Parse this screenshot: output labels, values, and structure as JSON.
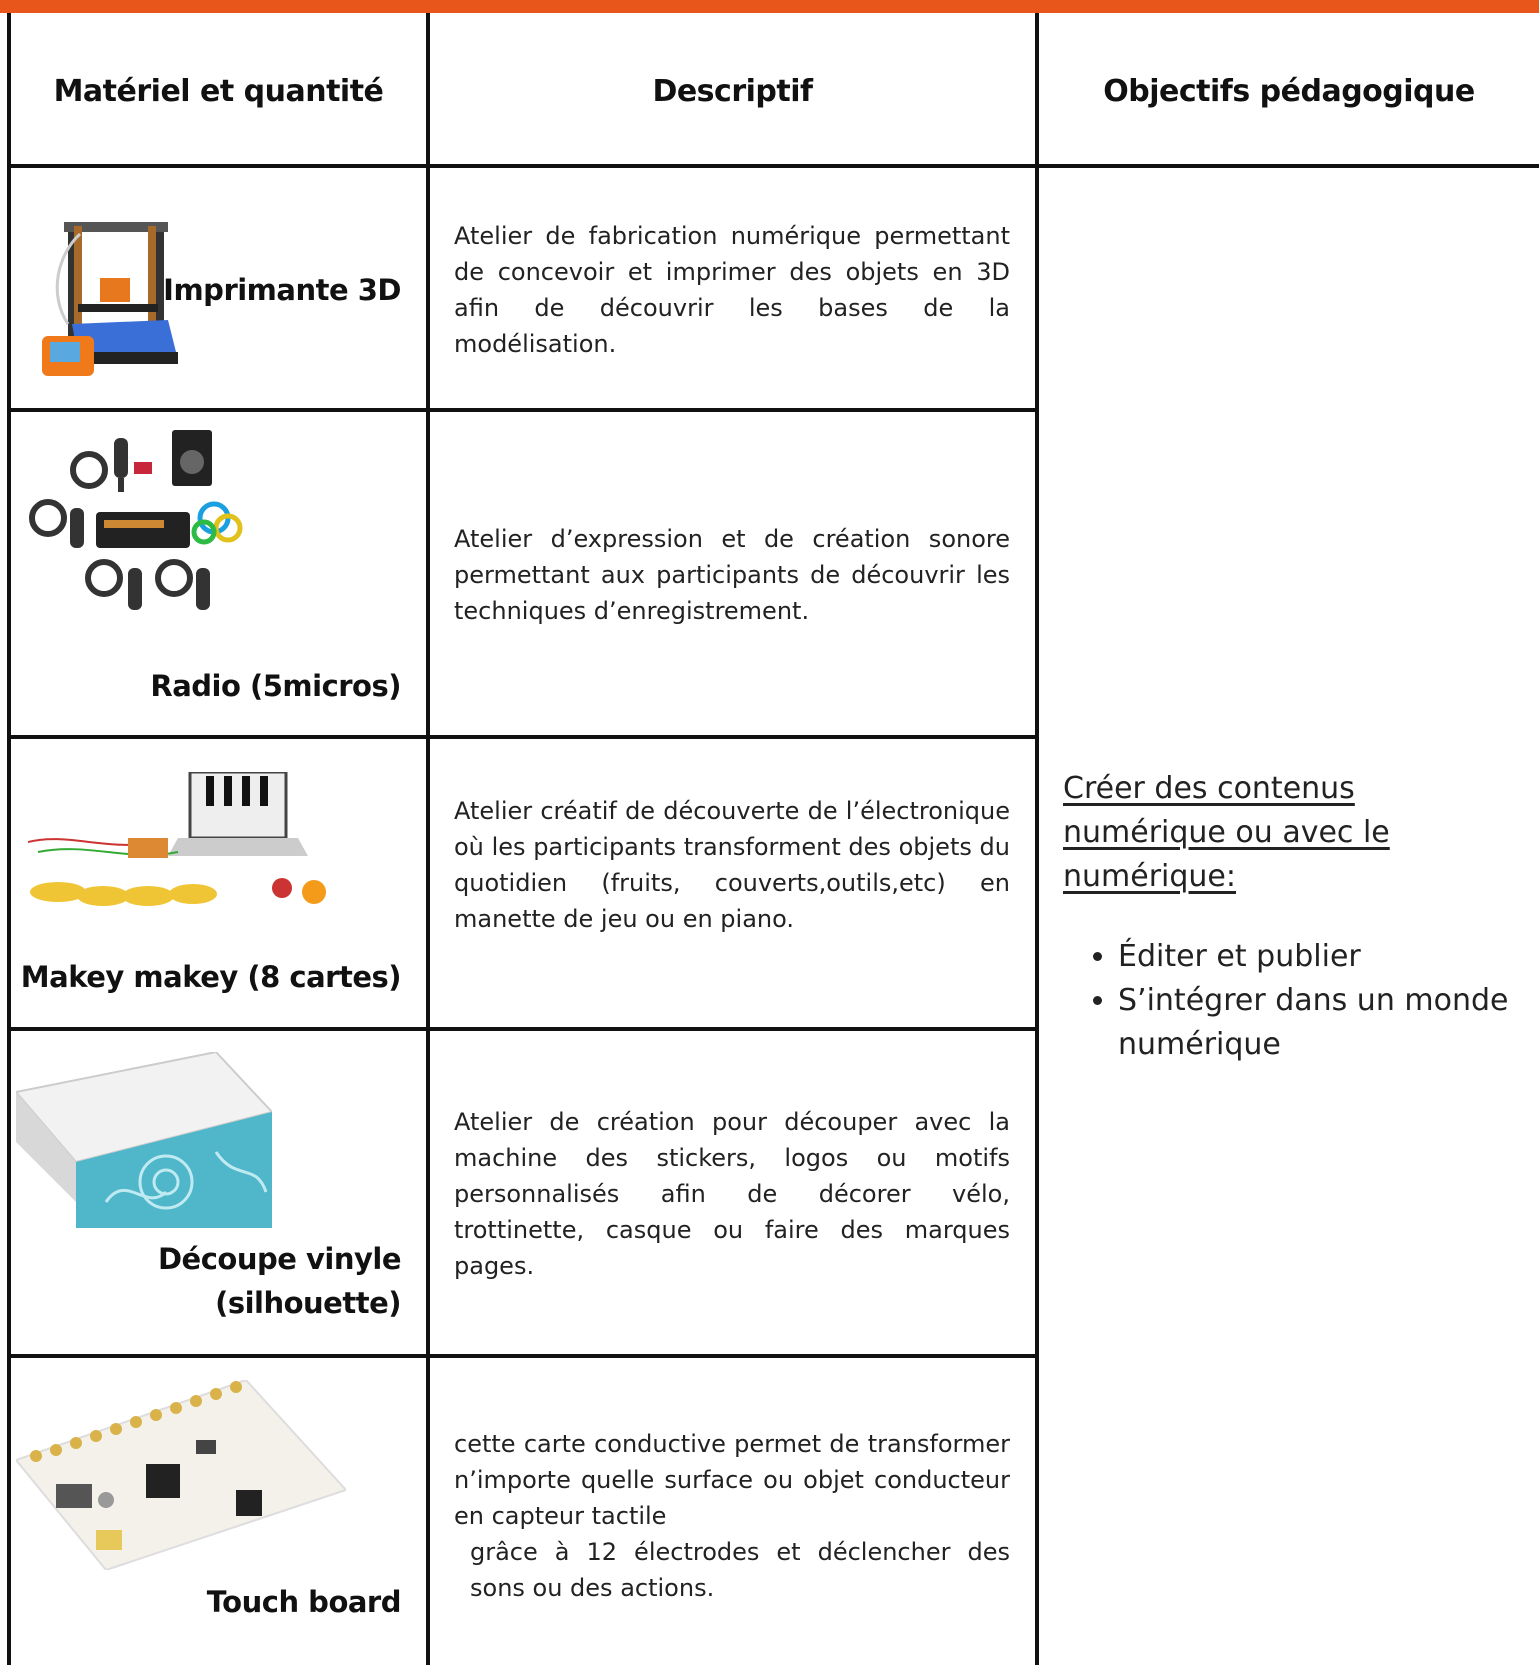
{
  "table": {
    "headers": [
      "Matériel et quantité",
      "Descriptif",
      "Objectifs pédagogique"
    ],
    "rows": [
      {
        "material": "Imprimante 3D",
        "description": "Atelier de fabrication numérique permettant de concevoir et imprimer des objets en 3D afin de découvrir les bases de la modélisation."
      },
      {
        "material": "Radio (5micros)",
        "description": "Atelier d’expression et de création sonore permettant aux participants de découvrir les techniques d’enregistrement."
      },
      {
        "material": "Makey makey (8 cartes)",
        "description": "Atelier créatif de découverte de l’électronique où les participants transforment des objets du quotidien (fruits, couverts,outils,etc) en manette de jeu ou en piano."
      },
      {
        "material_line1": "Découpe vinyle",
        "material_line2": "(silhouette)",
        "description": "Atelier de création pour découper avec la machine des stickers, logos ou motifs personnalisés afin de décorer vélo, trottinette, casque ou faire des marques pages."
      },
      {
        "material": "Touch board",
        "description_line1": "cette carte conductive permet de transformer n’importe quelle surface ou objet conducteur en capteur tactile",
        "description_line2": "grâce à 12 électrodes et déclencher des sons ou des actions."
      }
    ],
    "objectives": {
      "title": "Créer des contenus numérique ou avec le numérique:",
      "items": [
        "Éditer et publier",
        "S’intégrer dans un monde numérique"
      ]
    }
  },
  "colors": {
    "accent": "#e8561b",
    "border": "#111111"
  },
  "icons": [
    "3d-printer-photo",
    "radio-kit-photo",
    "makey-makey-photo",
    "vinyl-cutter-photo",
    "touch-board-photo"
  ]
}
